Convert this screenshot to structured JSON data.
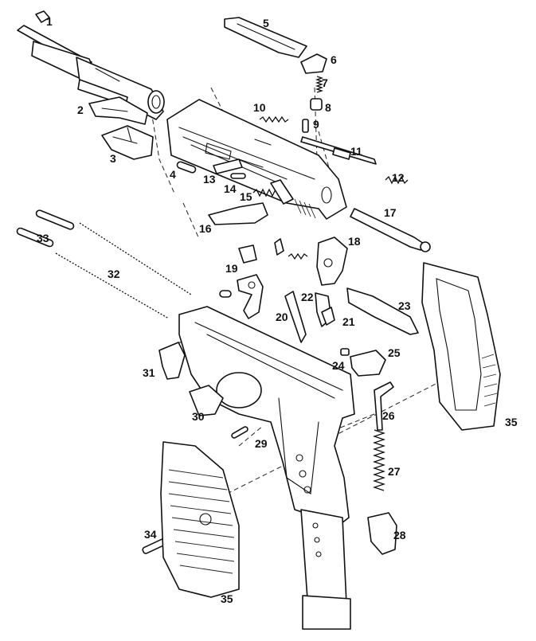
{
  "diagram": {
    "callouts": [
      {
        "label": "1"
      },
      {
        "label": "2"
      },
      {
        "label": "3"
      },
      {
        "label": "4"
      },
      {
        "label": "5"
      },
      {
        "label": "6"
      },
      {
        "label": "7"
      },
      {
        "label": "8"
      },
      {
        "label": "9"
      },
      {
        "label": "10"
      },
      {
        "label": "11"
      },
      {
        "label": "12"
      },
      {
        "label": "13"
      },
      {
        "label": "14"
      },
      {
        "label": "15"
      },
      {
        "label": "16"
      },
      {
        "label": "17"
      },
      {
        "label": "18"
      },
      {
        "label": "19"
      },
      {
        "label": "20"
      },
      {
        "label": "21"
      },
      {
        "label": "22"
      },
      {
        "label": "23"
      },
      {
        "label": "24"
      },
      {
        "label": "25"
      },
      {
        "label": "26"
      },
      {
        "label": "27"
      },
      {
        "label": "28"
      },
      {
        "label": "29"
      },
      {
        "label": "30"
      },
      {
        "label": "31"
      },
      {
        "label": "32"
      },
      {
        "label": "33"
      },
      {
        "label": "34"
      },
      {
        "label": "35"
      },
      {
        "label": "35"
      }
    ]
  },
  "colors": {
    "ink": "#111111",
    "paper": "#ffffff"
  }
}
